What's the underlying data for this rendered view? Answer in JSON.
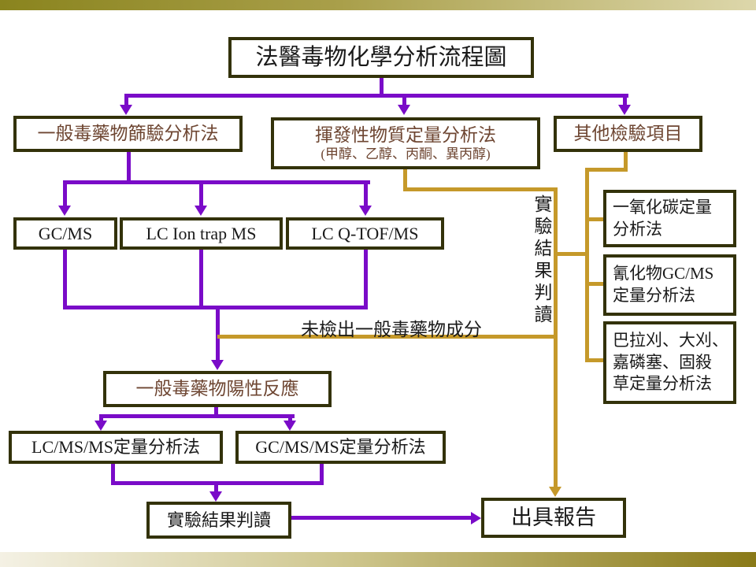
{
  "slide": {
    "title": "法醫毒物化學分析流程圖"
  },
  "nodes": {
    "screening": {
      "label": "一般毒藥物篩驗分析法"
    },
    "volatile": {
      "line1": "揮發性物質定量分析法",
      "line2": "(甲醇、乙醇、丙酮、異丙醇)"
    },
    "other": {
      "label": "其他檢驗項目"
    },
    "gcms": {
      "label": "GC/MS"
    },
    "lc_ion_trap": {
      "label": "LC Ion trap MS"
    },
    "lc_qtof": {
      "label": "LC Q-TOF/MS"
    },
    "carbon_monoxide": {
      "label": "一氧化碳定量\n分析法"
    },
    "cyanide": {
      "label": "氰化物GC/MS\n定量分析法"
    },
    "herbicide": {
      "label": "巴拉刈、大刈、\n嘉磷塞、固殺\n草定量分析法"
    },
    "positive": {
      "label": "一般毒藥物陽性反應"
    },
    "lcmsms": {
      "label": "LC/MS/MS定量分析法"
    },
    "gcmsms": {
      "label": "GC/MS/MS定量分析法"
    },
    "interpret": {
      "label": "實驗結果判讀"
    },
    "report": {
      "label": "出具報告"
    }
  },
  "annotations": {
    "not_detected": "未檢出一般毒藥物成分",
    "result_reading_vertical": "實驗結果判讀"
  },
  "colors": {
    "connector_purple": "#7A0BC8",
    "connector_gold": "#C5992A",
    "box_border": "#33320A",
    "brown_text": "#6E4632",
    "black_text": "#1A1A1A"
  }
}
